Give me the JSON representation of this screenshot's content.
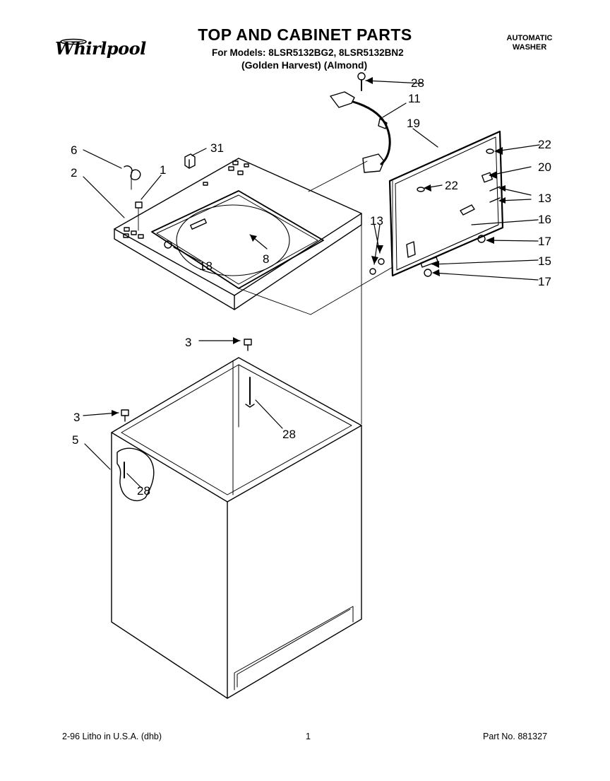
{
  "header": {
    "brand": "Whirlpool",
    "title": "TOP AND CABINET PARTS",
    "models_line": "For Models: 8LSR5132BG2, 8LSR5132BN2",
    "colors_line": "(Golden Harvest) (Almond)",
    "appliance_line1": "AUTOMATIC",
    "appliance_line2": "WASHER"
  },
  "callouts": {
    "c1": "1",
    "c2": "2",
    "c3a": "3",
    "c3b": "3",
    "c5": "5",
    "c6": "6",
    "c8": "8",
    "c11": "11",
    "c13a": "13",
    "c13b": "13",
    "c15": "15",
    "c16": "16",
    "c17a": "17",
    "c17b": "17",
    "c18": "18",
    "c19": "19",
    "c20": "20",
    "c22a": "22",
    "c22b": "22",
    "c28a": "28",
    "c28b": "28",
    "c28c": "28",
    "c31": "31"
  },
  "footer": {
    "litho": "2-96 Litho in U.S.A. (dhb)",
    "page": "1",
    "part_no": "Part No. 881327"
  }
}
